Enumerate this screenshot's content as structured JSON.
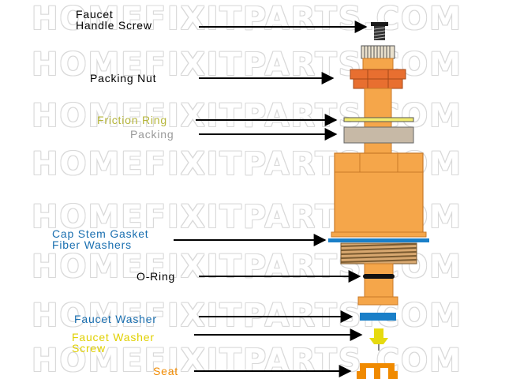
{
  "watermark": "HOMEFIXITPARTS.COM",
  "labels": {
    "handle_screw": {
      "line1": "Faucet",
      "line2": "Handle Screw",
      "color": "#000000"
    },
    "packing_nut": {
      "text": "Packing Nut",
      "color": "#000000"
    },
    "friction_ring": {
      "text": "Friction Ring",
      "color": "#b5b53a"
    },
    "packing": {
      "text": "Packing",
      "color": "#9a9a9a"
    },
    "cap_stem_gasket": {
      "line1": "Cap Stem Gasket",
      "line2": "Fiber Washers",
      "color": "#1a6fb0"
    },
    "o_ring": {
      "text": "O-Ring",
      "color": "#000000"
    },
    "faucet_washer": {
      "text": "Faucet Washer",
      "color": "#1a6fb0"
    },
    "washer_screw": {
      "line1": "Faucet Washer",
      "line2": "Screw",
      "color": "#e0d000"
    },
    "seat": {
      "text": "Seat",
      "color": "#f08a00"
    }
  },
  "colors": {
    "brass": "#f5a64a",
    "brass_dark": "#c97a28",
    "packing_nut": "#e86f30",
    "packing": "#c7b9a6",
    "washer_blue": "#1a7fc8",
    "o_ring": "#111111",
    "thread": "#7a5a30"
  }
}
